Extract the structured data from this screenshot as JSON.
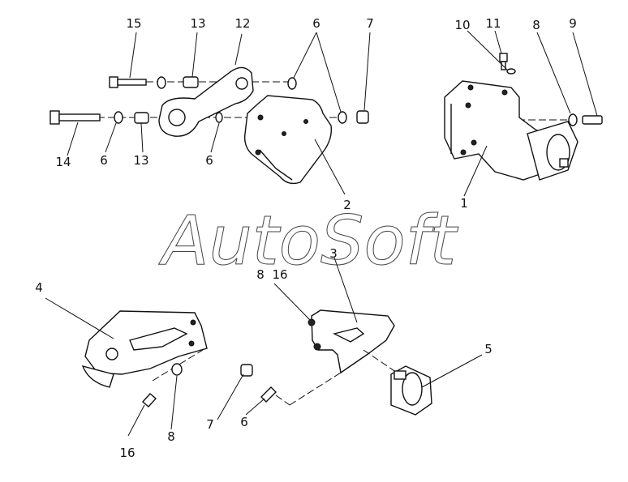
{
  "watermark": "AutoSoft",
  "callouts": [
    "15",
    "13",
    "12",
    "6",
    "7",
    "10",
    "11",
    "8",
    "9",
    "14",
    "6",
    "13",
    "6",
    "2",
    "1",
    "3",
    "8",
    "16",
    "4",
    "5",
    "7",
    "6",
    "8",
    "16"
  ]
}
